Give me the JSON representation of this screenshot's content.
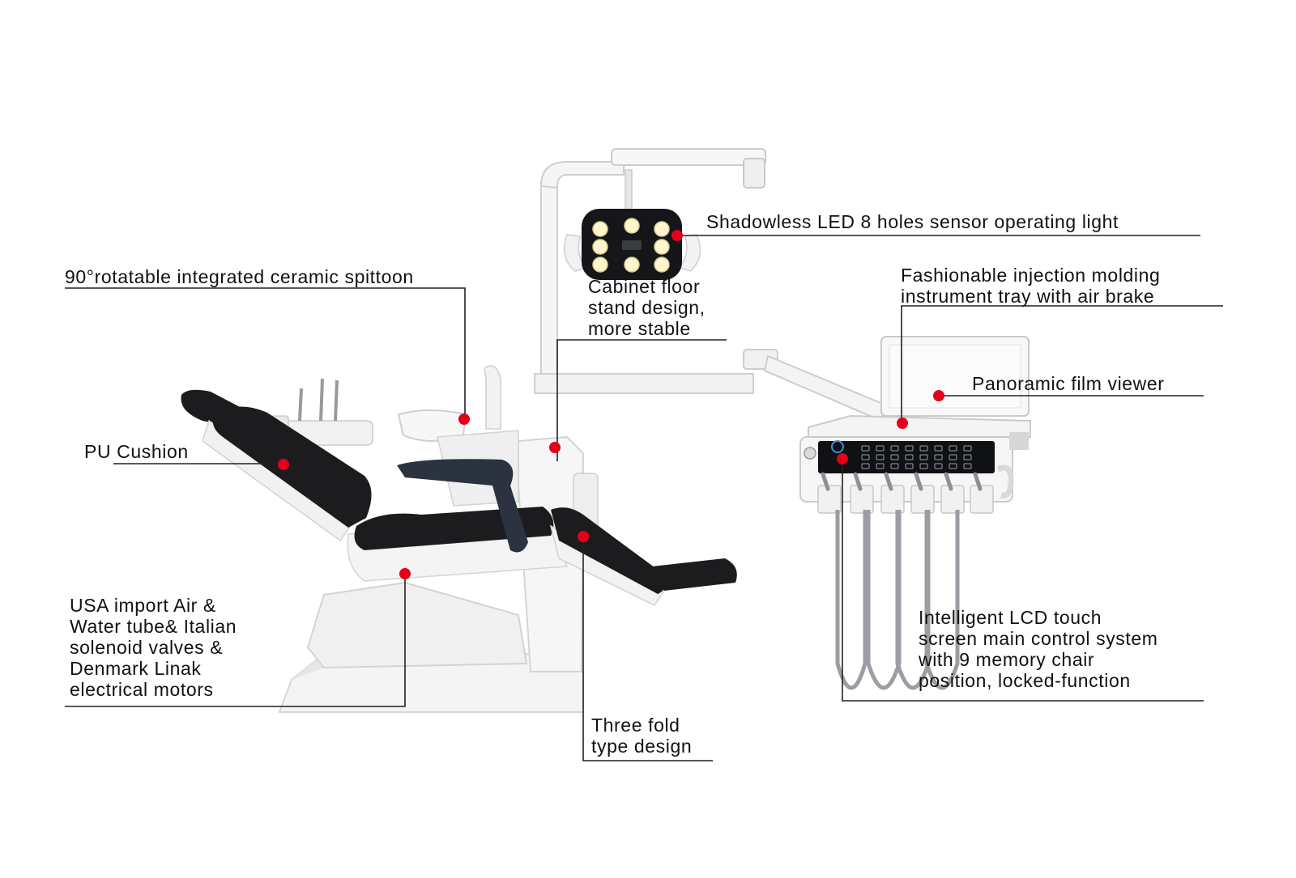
{
  "colors": {
    "marker": "#e3001b",
    "leader_line": "#222222",
    "upholstery": "#1c1c1f",
    "shell": "#f3f3f3",
    "shell_shadow": "#d9d9d9",
    "light_head": "#15161a",
    "light_bulb": "#fff6cf",
    "panel": "#101114",
    "hose": "#9a9ea3"
  },
  "labels": {
    "light": "Shadowless LED 8 holes sensor operating light",
    "spittoon": "90°rotatable integrated ceramic spittoon",
    "cabinet": "Cabinet floor\nstand design,\nmore stable",
    "tray": "Fashionable injection molding\ninstrument tray with air brake",
    "film_viewer": "Panoramic film viewer",
    "cushion": "PU Cushion",
    "tubes": "USA import Air &\nWater tube& Italian\nsolenoid valves &\nDenmark Linak\nelectrical motors",
    "lcd": "Intelligent LCD touch\nscreen main control system\nwith 9 memory chair\nposition, locked-function",
    "three_fold": "Three fold\ntype design"
  },
  "icons": {
    "light_head": "led-operating-light-icon",
    "control_panel": "lcd-touch-panel-icon",
    "marker": "red-dot-marker-icon"
  }
}
